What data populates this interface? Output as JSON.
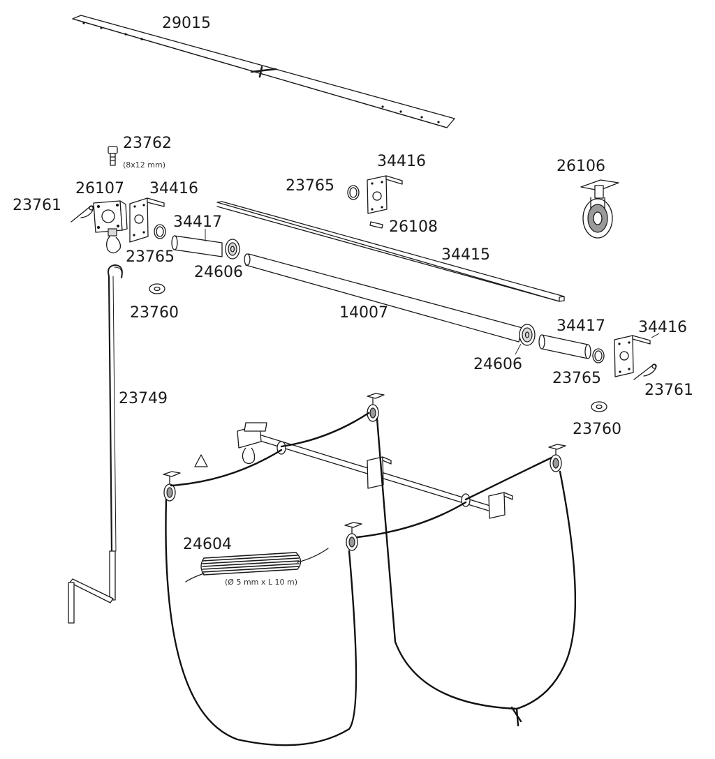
{
  "labels": {
    "p29015": "29015",
    "p23762": "23762",
    "p23762_dim": "(8x12 mm)",
    "p23761_left": "23761",
    "p26107": "26107",
    "p34416_left": "34416",
    "p34417_left": "34417",
    "p23765_left": "23765",
    "p24606_left": "24606",
    "p23760_left": "23760",
    "p23765_mid": "23765",
    "p34416_mid": "34416",
    "p26108": "26108",
    "p26106": "26106",
    "p34415": "34415",
    "p14007": "14007",
    "p34417_right": "34417",
    "p34416_right": "34416",
    "p24606_right": "24606",
    "p23765_right": "23765",
    "p23761_right": "23761",
    "p23760_right": "23760",
    "p23749": "23749",
    "p24604": "24604",
    "p24604_dim": "(Ø 5 mm x L 10 m)"
  },
  "icons": {
    "warning": "warning-triangle-icon"
  }
}
